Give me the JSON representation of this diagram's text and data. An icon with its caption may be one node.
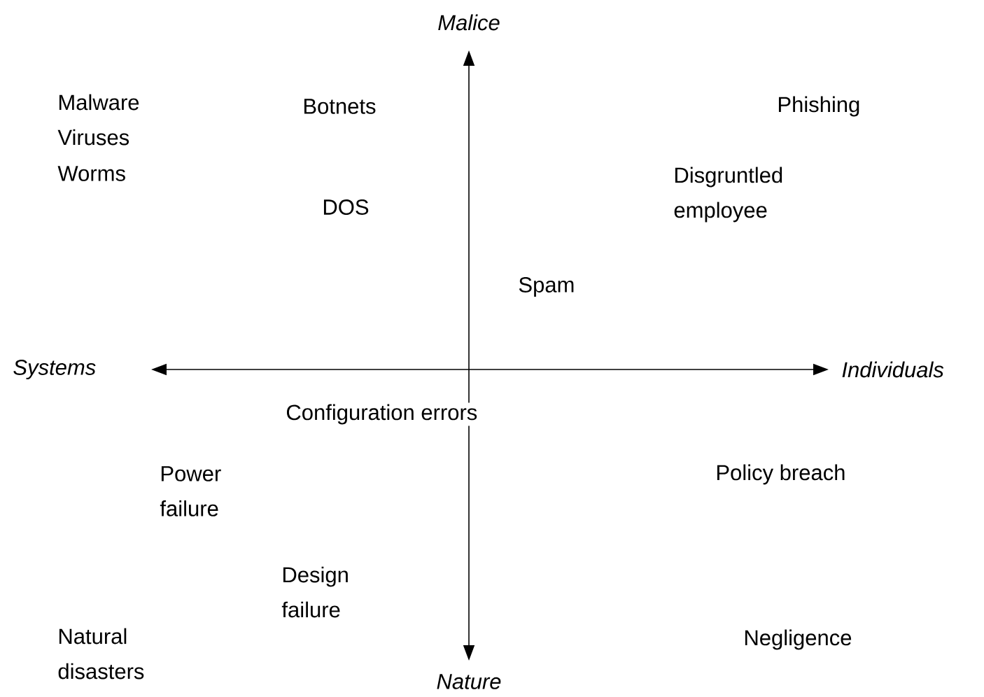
{
  "diagram": {
    "labels": [
      "Malice",
      "Malware",
      "Botnets",
      "Phishing",
      "Viruses",
      "Worms",
      "Disgruntled employee",
      "DOS",
      "Spam",
      "Systems",
      "Individuals",
      "Configuration errors",
      "Power failure",
      "Policy breach",
      "Design failure",
      "Natural disasters",
      "Negligence",
      "Nature"
    ]
  }
}
